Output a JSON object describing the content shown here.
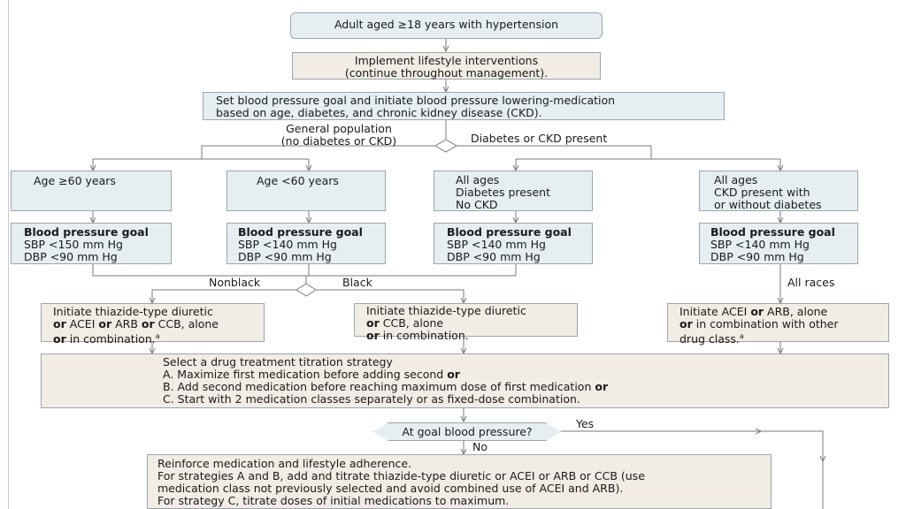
{
  "start": "Adult aged ≥18 years with hypertension",
  "lifestyle": [
    "Implement lifestyle interventions",
    "(continue throughout management)."
  ],
  "set_goal": [
    "Set blood pressure goal and initiate blood pressure lowering-medication",
    "based on age, diabetes, and chronic kidney disease (CKD)."
  ],
  "branch_general": [
    "General population",
    "(no diabetes or CKD)"
  ],
  "branch_diabetes": "Diabetes or CKD present",
  "groups": {
    "age60plus": {
      "lines": [
        "Age ≥60 years"
      ]
    },
    "ageunder60": {
      "lines": [
        "Age <60 years"
      ]
    },
    "diabetes": {
      "lines": [
        "All ages",
        "Diabetes present",
        "No CKD"
      ]
    },
    "ckd": {
      "lines": [
        "All ages",
        "CKD present with",
        "or without diabetes"
      ]
    }
  },
  "goals": {
    "heading": "Blood pressure goal",
    "age60plus": [
      "SBP <150 mm Hg",
      "DBP <90 mm Hg"
    ],
    "ageunder60": [
      "SBP <140 mm Hg",
      "DBP <90 mm Hg"
    ],
    "diabetes": [
      "SBP <140 mm Hg",
      "DBP <90 mm Hg"
    ],
    "ckd": [
      "SBP <140 mm Hg",
      "DBP <90 mm Hg"
    ]
  },
  "race_labels": {
    "nonblack": "Nonblack",
    "black": "Black",
    "all": "All races"
  },
  "initiate": {
    "nonblack": {
      "l1": "Initiate thiazide-type diuretic",
      "l2_b1": "or",
      "l2_t1": " ACEI ",
      "l2_b2": "or",
      "l2_t2": " ARB ",
      "l2_b3": "or",
      "l2_t3": " CCB, alone",
      "l3_b": "or",
      "l3_t": " in combination.",
      "sup": "a"
    },
    "black": {
      "l1": "Initiate thiazide-type diuretic",
      "l2_b": "or",
      "l2_t": " CCB, alone",
      "l3_b": "or",
      "l3_t": " in combination."
    },
    "ckd": {
      "l1_t1": "Initiate ACEI ",
      "l1_b": "or",
      "l1_t2": " ARB, alone",
      "l2_b": "or",
      "l2_t": " in combination with other",
      "l3": "drug class.",
      "sup": "a"
    }
  },
  "titration": {
    "title": "Select a drug treatment titration strategy",
    "a": "A. Maximize first medication before adding second ",
    "a_or": "or",
    "b": "B. Add second medication before reaching maximum dose of first medication ",
    "b_or": "or",
    "c": "C. Start with 2 medication classes separately or as fixed-dose combination."
  },
  "decision": "At goal blood pressure?",
  "yes": "Yes",
  "no": "No",
  "reinforce": [
    "Reinforce medication and lifestyle adherence.",
    "For strategies A and B, add and titrate thiazide-type diuretic or ACEI or ARB or CCB (use",
    "medication class not previously selected and avoid combined use of ACEI and ARB).",
    "For strategy C, titrate doses of initial medications to maximum."
  ],
  "colors": {
    "blue_box": "#e6eef2",
    "tan_box": "#f1ece4",
    "line": "#7a7a7a"
  }
}
